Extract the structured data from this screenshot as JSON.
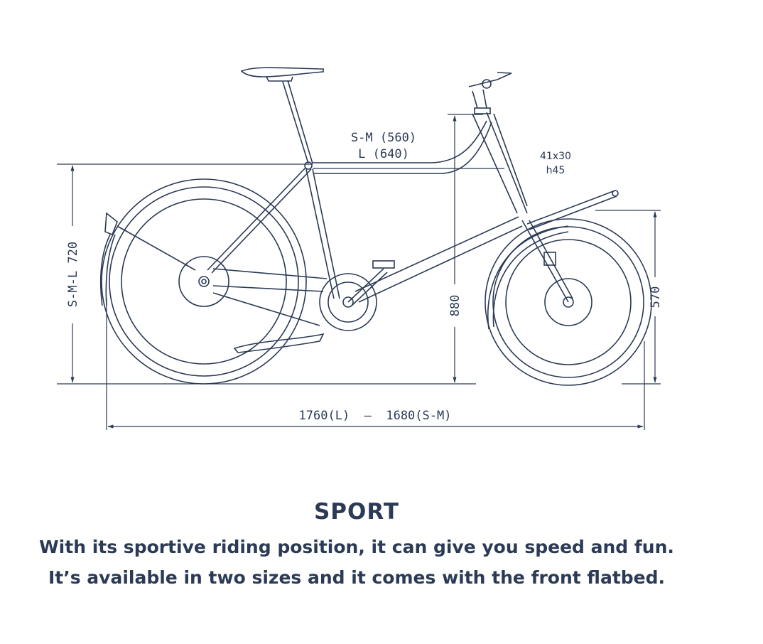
{
  "diagram": {
    "top_tube_sm": "S-M (560)",
    "top_tube_l": "L (640)",
    "tube_profile_1": "41x30",
    "tube_profile_2": "h45",
    "seat_height": "S-M-L 720",
    "handlebar_height": "880",
    "rack_height": "570",
    "length": "1760(L)  –  1680(S-M)",
    "line_color": "#2b3a55"
  },
  "model": {
    "name": "SPORT",
    "line1": "With its sportive riding position, it can give you speed and fun.",
    "line2": "It’s available in two sizes and it comes with the front flatbed."
  }
}
